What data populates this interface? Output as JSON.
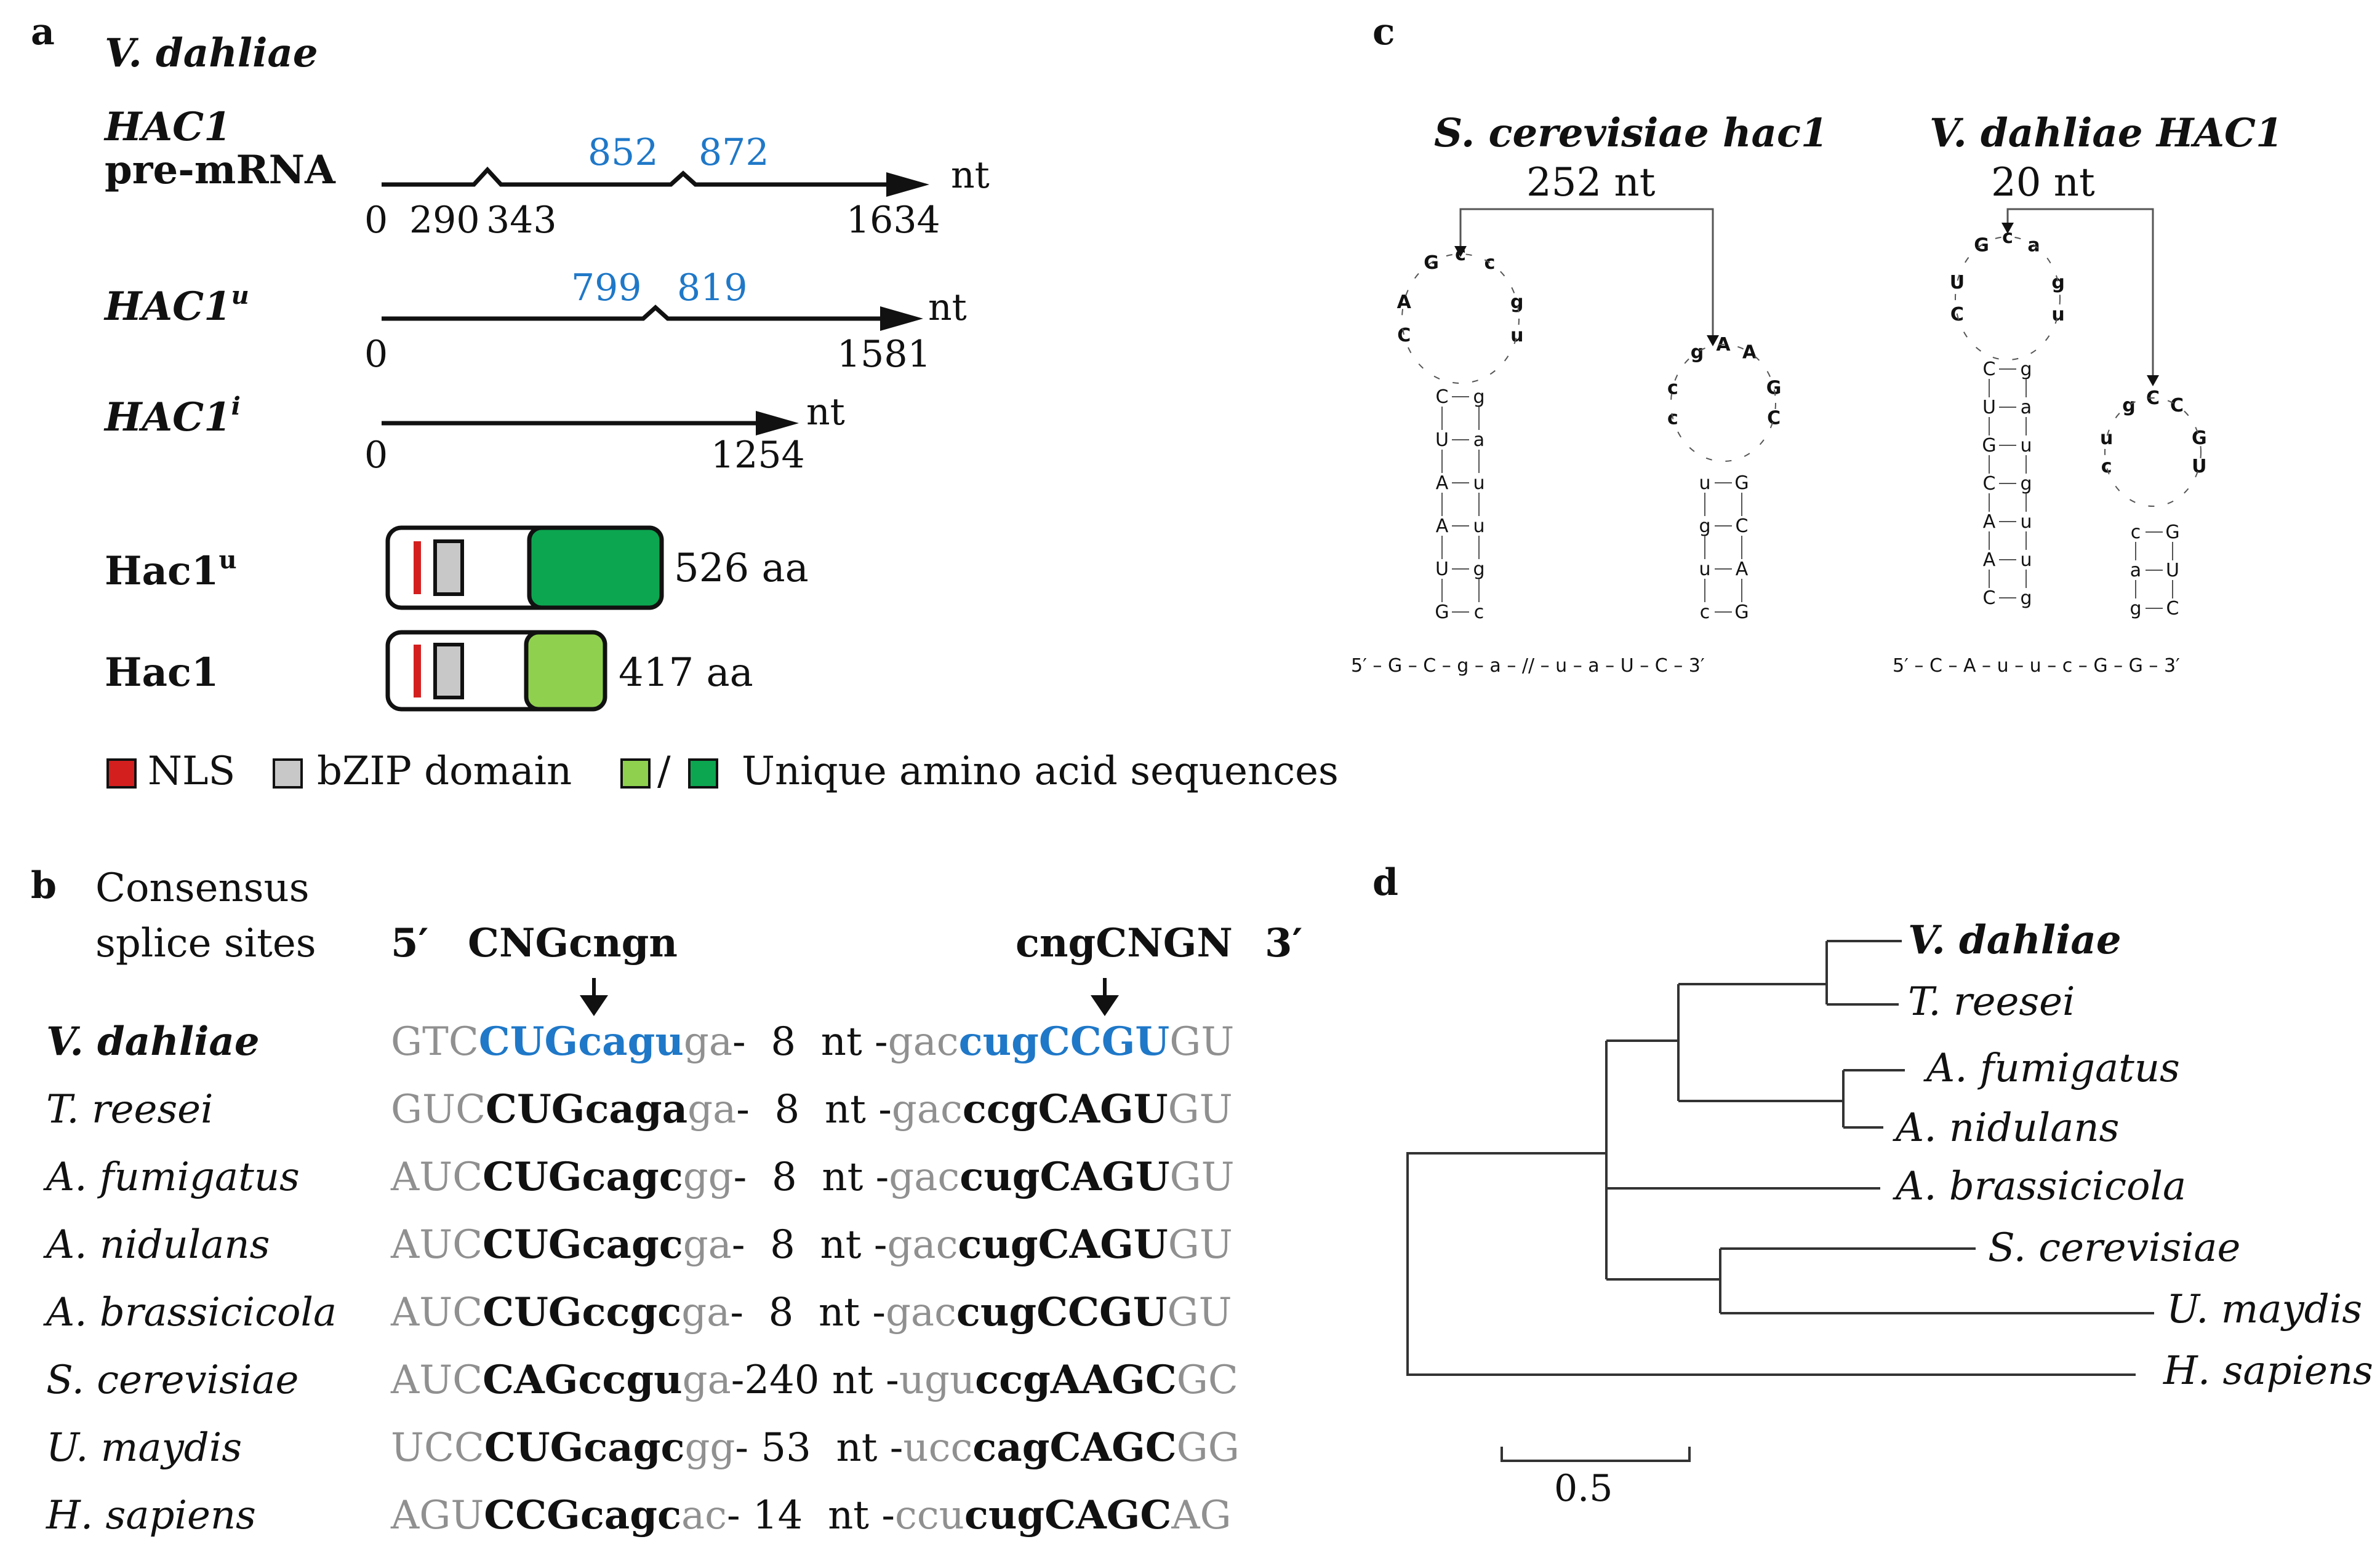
{
  "panels": {
    "a": "a",
    "b": "b",
    "c": "c",
    "d": "d"
  },
  "panel_a": {
    "species": "V. dahliae",
    "pre_mrna": {
      "gene": "HAC1",
      "suffix": "pre-mRNA",
      "ticks": [
        "0",
        "290",
        "343",
        "1634"
      ],
      "intron_labels": [
        "852",
        "872"
      ],
      "unit": "nt"
    },
    "hac1u": {
      "name": "HAC1",
      "sup": "u",
      "ticks": [
        "0",
        "1581"
      ],
      "intron_labels": [
        "799",
        "819"
      ],
      "unit": "nt"
    },
    "hac1i": {
      "name": "HAC1",
      "sup": "i",
      "ticks": [
        "0",
        "1254"
      ],
      "unit": "nt"
    },
    "proteins": [
      {
        "name": "Hac1",
        "sup": "u",
        "length": "526 aa"
      },
      {
        "name": "Hac1",
        "sup": "",
        "length": "417 aa"
      }
    ],
    "legend": {
      "nls": "NLS",
      "bzip": "bZIP domain",
      "slash": "/",
      "unique": "Unique amino acid sequences"
    },
    "colors": {
      "nls": "#d41f1f",
      "bzip": "#c8c8c8",
      "light_green": "#8fd14f",
      "dark_green": "#0ca650",
      "blue": "#1f78c8"
    }
  },
  "panel_b": {
    "title_line1": "Consensus",
    "title_line2": "splice sites",
    "five": "5′",
    "three": "3′",
    "consensus5": "CNGcngn",
    "consensus3": "cngCNGN",
    "rows": [
      {
        "species": "V. dahliae",
        "a": "GTC",
        "b": "CUGcagu",
        "c": "ga",
        "len": "-  8  nt -",
        "d": "gac",
        "e": "cugCCGU",
        "f": "GU"
      },
      {
        "species": "T. reesei",
        "a": "GUC",
        "b": "CUGcaga",
        "c": "ga",
        "len": "-  8  nt -",
        "d": "gac",
        "e": "ccgCAGU",
        "f": "GU"
      },
      {
        "species": "A. fumigatus",
        "a": "AUC",
        "b": "CUGcagc",
        "c": "gg",
        "len": "-  8  nt -",
        "d": "gac",
        "e": "cugCAGU",
        "f": "GU"
      },
      {
        "species": "A. nidulans",
        "a": "AUC",
        "b": "CUGcagc",
        "c": "ga",
        "len": "-  8  nt -",
        "d": "gac",
        "e": "cugCAGU",
        "f": "GU"
      },
      {
        "species": "A. brassicicola",
        "a": "AUC",
        "b": "CUGccgc",
        "c": "ga",
        "len": "-  8  nt -",
        "d": "gac",
        "e": "cugCCGU",
        "f": "GU"
      },
      {
        "species": "S. cerevisiae",
        "a": "AUC",
        "b": "CAGccgu",
        "c": "ga",
        "len": "-240 nt -",
        "d": "ugu",
        "e": "ccgAAGC",
        "f": "GC"
      },
      {
        "species": "U. maydis",
        "a": "UCC",
        "b": "CUGcagc",
        "c": "gg",
        "len": "- 53  nt -",
        "d": "ucc",
        "e": "cagCAGC",
        "f": "GG"
      },
      {
        "species": "H. sapiens",
        "a": "AGU",
        "b": "CCGcagc",
        "c": "ac",
        "len": "- 14  nt -",
        "d": "ccu",
        "e": "cugCAGC",
        "f": "AG"
      }
    ]
  },
  "panel_c": {
    "sc_title": "S. cerevisiae hac1",
    "sc_len": "252 nt",
    "vd_title": "V. dahliae HAC1",
    "vd_len": "20 nt",
    "sc_loop1": [
      "G",
      "c",
      "c",
      "A",
      "C",
      "g",
      "u"
    ],
    "sc_stem1_left": [
      "C",
      "U",
      "A",
      "A",
      "U",
      "G"
    ],
    "sc_stem1_right": [
      "g",
      "a",
      "u",
      "u",
      "g",
      "c"
    ],
    "sc_loop2": [
      "g",
      "A",
      "A",
      "c",
      "c",
      "G",
      "C"
    ],
    "sc_stem2_left": [
      "u",
      "g",
      "u",
      "c"
    ],
    "sc_stem2_right": [
      "G",
      "C",
      "A",
      "G"
    ],
    "sc_bottom": "5′ – G – C – g – a – // – u – a – U – C – 3′",
    "vd_loop1": [
      "G",
      "c",
      "a",
      "U",
      "C",
      "g",
      "u"
    ],
    "vd_stem1_left": [
      "C",
      "U",
      "G",
      "C",
      "A",
      "A",
      "C"
    ],
    "vd_stem1_right": [
      "g",
      "a",
      "u",
      "g",
      "u",
      "u",
      "g"
    ],
    "vd_loop2": [
      "g",
      "C",
      "C",
      "u",
      "c",
      "G",
      "U"
    ],
    "vd_stem2_left": [
      "c",
      "a",
      "g"
    ],
    "vd_stem2_right": [
      "G",
      "U",
      "C"
    ],
    "vd_bottom": "5′ – C – A – u – u – c – G – G – 3′"
  },
  "panel_d": {
    "taxa": [
      "V. dahliae",
      "T. reesei",
      "A. fumigatus",
      "A. nidulans",
      "A. brassicicola",
      "S. cerevisiae",
      "U. maydis",
      "H. sapiens"
    ],
    "scale": "0.5"
  }
}
